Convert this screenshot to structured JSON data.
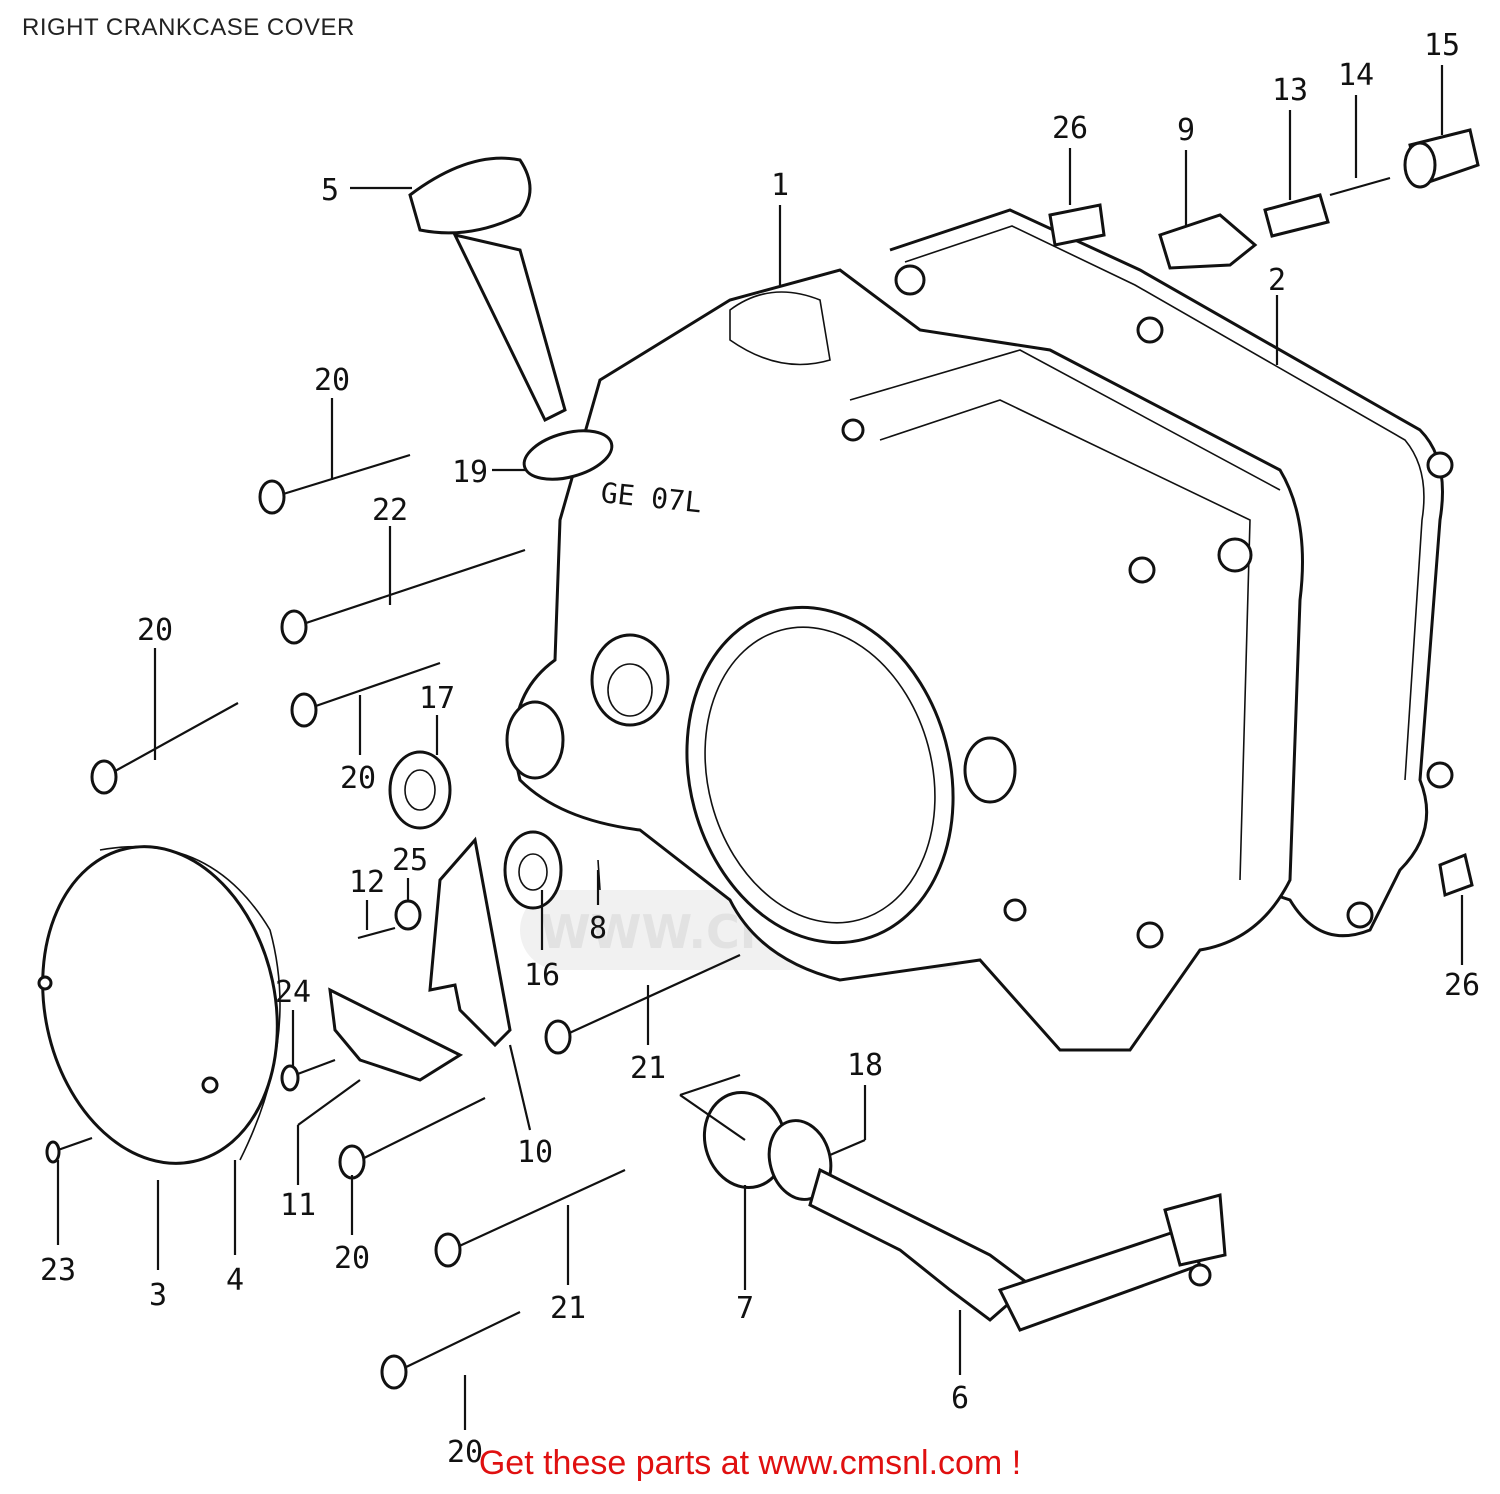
{
  "title": "RIGHT CRANKCASE COVER",
  "footer_link": "Get these parts at www.cmsnl.com !",
  "watermark_text": "WWW.CMSNL.COM",
  "casting_mark": "GE 07L",
  "colors": {
    "footer": "#e01010",
    "ink": "#111111",
    "watermark": "#dcdcdc"
  },
  "callouts": [
    "1",
    "2",
    "3",
    "4",
    "5",
    "6",
    "7",
    "8",
    "9",
    "10",
    "11",
    "12",
    "13",
    "14",
    "15",
    "16",
    "17",
    "18",
    "19",
    "20",
    "20",
    "20",
    "20",
    "20",
    "20",
    "21",
    "21",
    "22",
    "23",
    "24",
    "25",
    "26",
    "26"
  ]
}
